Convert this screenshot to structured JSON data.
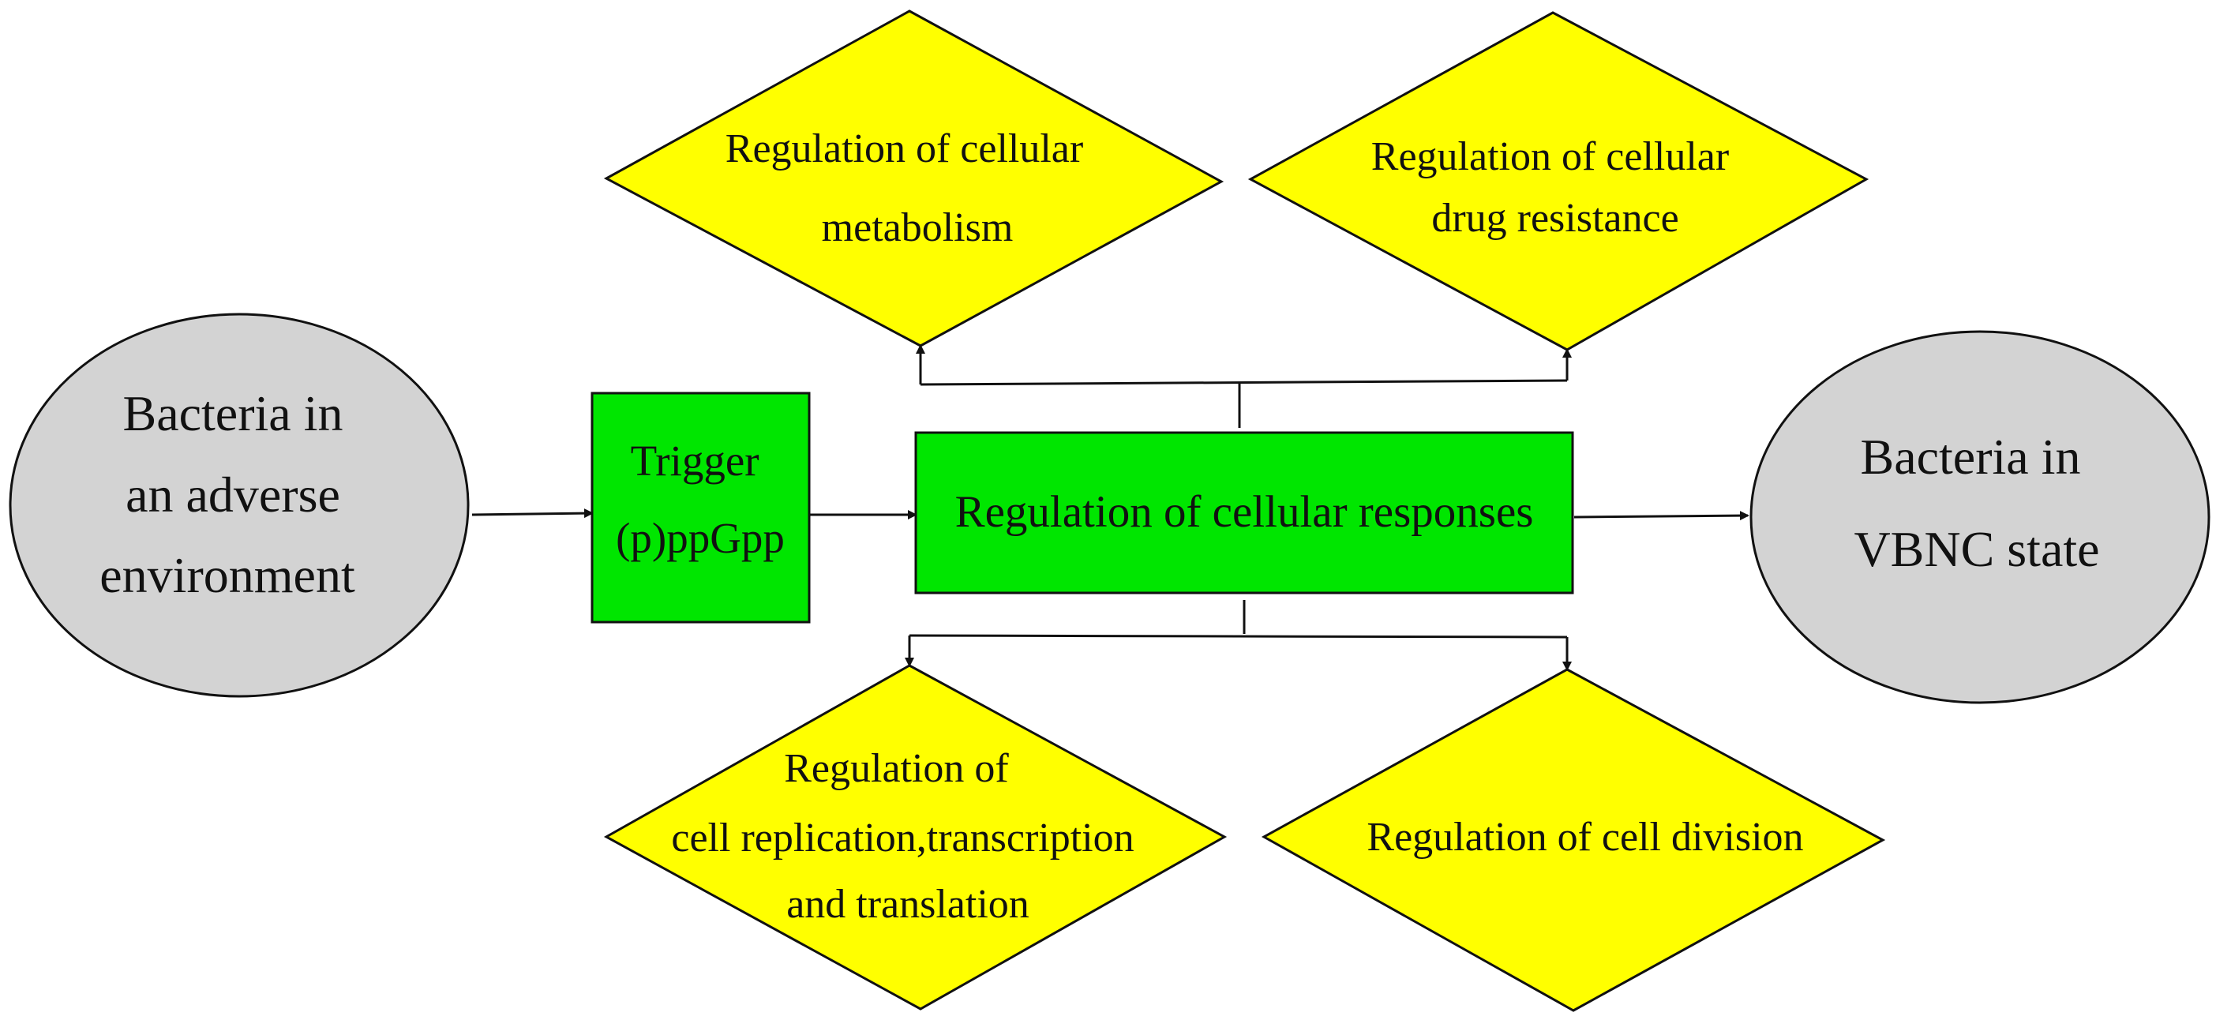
{
  "colors": {
    "ellipse_fill": "#d3d3d3",
    "rect_fill": "#00e600",
    "diamond_fill": "#ffff00",
    "stroke": "#111111"
  },
  "nodes": {
    "start": {
      "lines": [
        "Bacteria in",
        "an adverse",
        "environment"
      ]
    },
    "trigger": {
      "lines": [
        "Trigger",
        "(p)ppGpp"
      ]
    },
    "responses": {
      "lines": [
        "Regulation of cellular responses"
      ]
    },
    "end": {
      "lines": [
        "Bacteria in",
        "VBNC state"
      ]
    },
    "metabolism": {
      "lines": [
        "Regulation of cellular",
        "metabolism"
      ]
    },
    "drug_resistance": {
      "lines": [
        "Regulation of cellular",
        "drug resistance"
      ]
    },
    "replication": {
      "lines": [
        "Regulation of",
        "cell replication,transcription",
        "and translation"
      ]
    },
    "division": {
      "lines": [
        "Regulation of cell division"
      ]
    }
  }
}
